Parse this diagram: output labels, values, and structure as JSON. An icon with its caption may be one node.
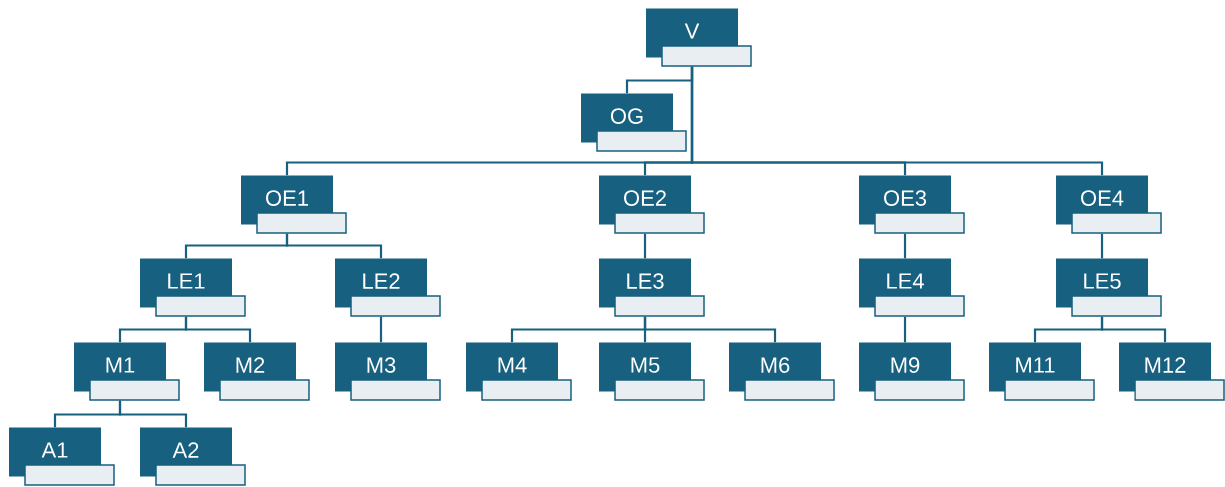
{
  "diagram": {
    "nodes": [
      {
        "text": [
          "V"
        ]
      },
      {
        "text": [
          "OG"
        ]
      },
      {
        "text": [
          "OE1"
        ]
      },
      {
        "text": [
          "OE2"
        ]
      },
      {
        "text": [
          "OE3"
        ]
      },
      {
        "text": [
          "OE4"
        ]
      },
      {
        "text": [
          "LE1"
        ]
      },
      {
        "text": [
          "LE2"
        ]
      },
      {
        "text": [
          "LE3"
        ]
      },
      {
        "text": [
          "LE4"
        ]
      },
      {
        "text": [
          "LE5"
        ]
      },
      {
        "text": [
          "M1"
        ]
      },
      {
        "text": [
          "M2"
        ]
      },
      {
        "text": [
          "M3"
        ]
      },
      {
        "text": [
          "M4"
        ]
      },
      {
        "text": [
          "M5"
        ]
      },
      {
        "text": [
          "M6"
        ]
      },
      {
        "text": [
          "M9"
        ]
      },
      {
        "text": [
          "M11"
        ]
      },
      {
        "text": [
          "M12"
        ]
      },
      {
        "text": [
          "A1"
        ]
      },
      {
        "text": [
          "A2"
        ]
      }
    ],
    "edges": [
      {
        "from": 0,
        "to": 1,
        "arrow": "none"
      },
      {
        "from": 0,
        "to": 2,
        "arrow": "none"
      },
      {
        "from": 0,
        "to": 3,
        "arrow": "none"
      },
      {
        "from": 0,
        "to": 4,
        "arrow": "none"
      },
      {
        "from": 0,
        "to": 5,
        "arrow": "none"
      },
      {
        "from": 2,
        "to": 6,
        "arrow": "none"
      },
      {
        "from": 2,
        "to": 7,
        "arrow": "none"
      },
      {
        "from": 3,
        "to": 8,
        "arrow": "none"
      },
      {
        "from": 4,
        "to": 9,
        "arrow": "none"
      },
      {
        "from": 5,
        "to": 10,
        "arrow": "none"
      },
      {
        "from": 6,
        "to": 11,
        "arrow": "none"
      },
      {
        "from": 6,
        "to": 12,
        "arrow": "none"
      },
      {
        "from": 7,
        "to": 13,
        "arrow": "none"
      },
      {
        "from": 8,
        "to": 14,
        "arrow": "none"
      },
      {
        "from": 8,
        "to": 15,
        "arrow": "none"
      },
      {
        "from": 8,
        "to": 16,
        "arrow": "none"
      },
      {
        "from": 9,
        "to": 17,
        "arrow": "none"
      },
      {
        "from": 10,
        "to": 18,
        "arrow": "none"
      },
      {
        "from": 10,
        "to": 19,
        "arrow": "none"
      },
      {
        "from": 11,
        "to": 20,
        "arrow": "none"
      },
      {
        "from": 11,
        "to": 21,
        "arrow": "none"
      }
    ]
  }
}
